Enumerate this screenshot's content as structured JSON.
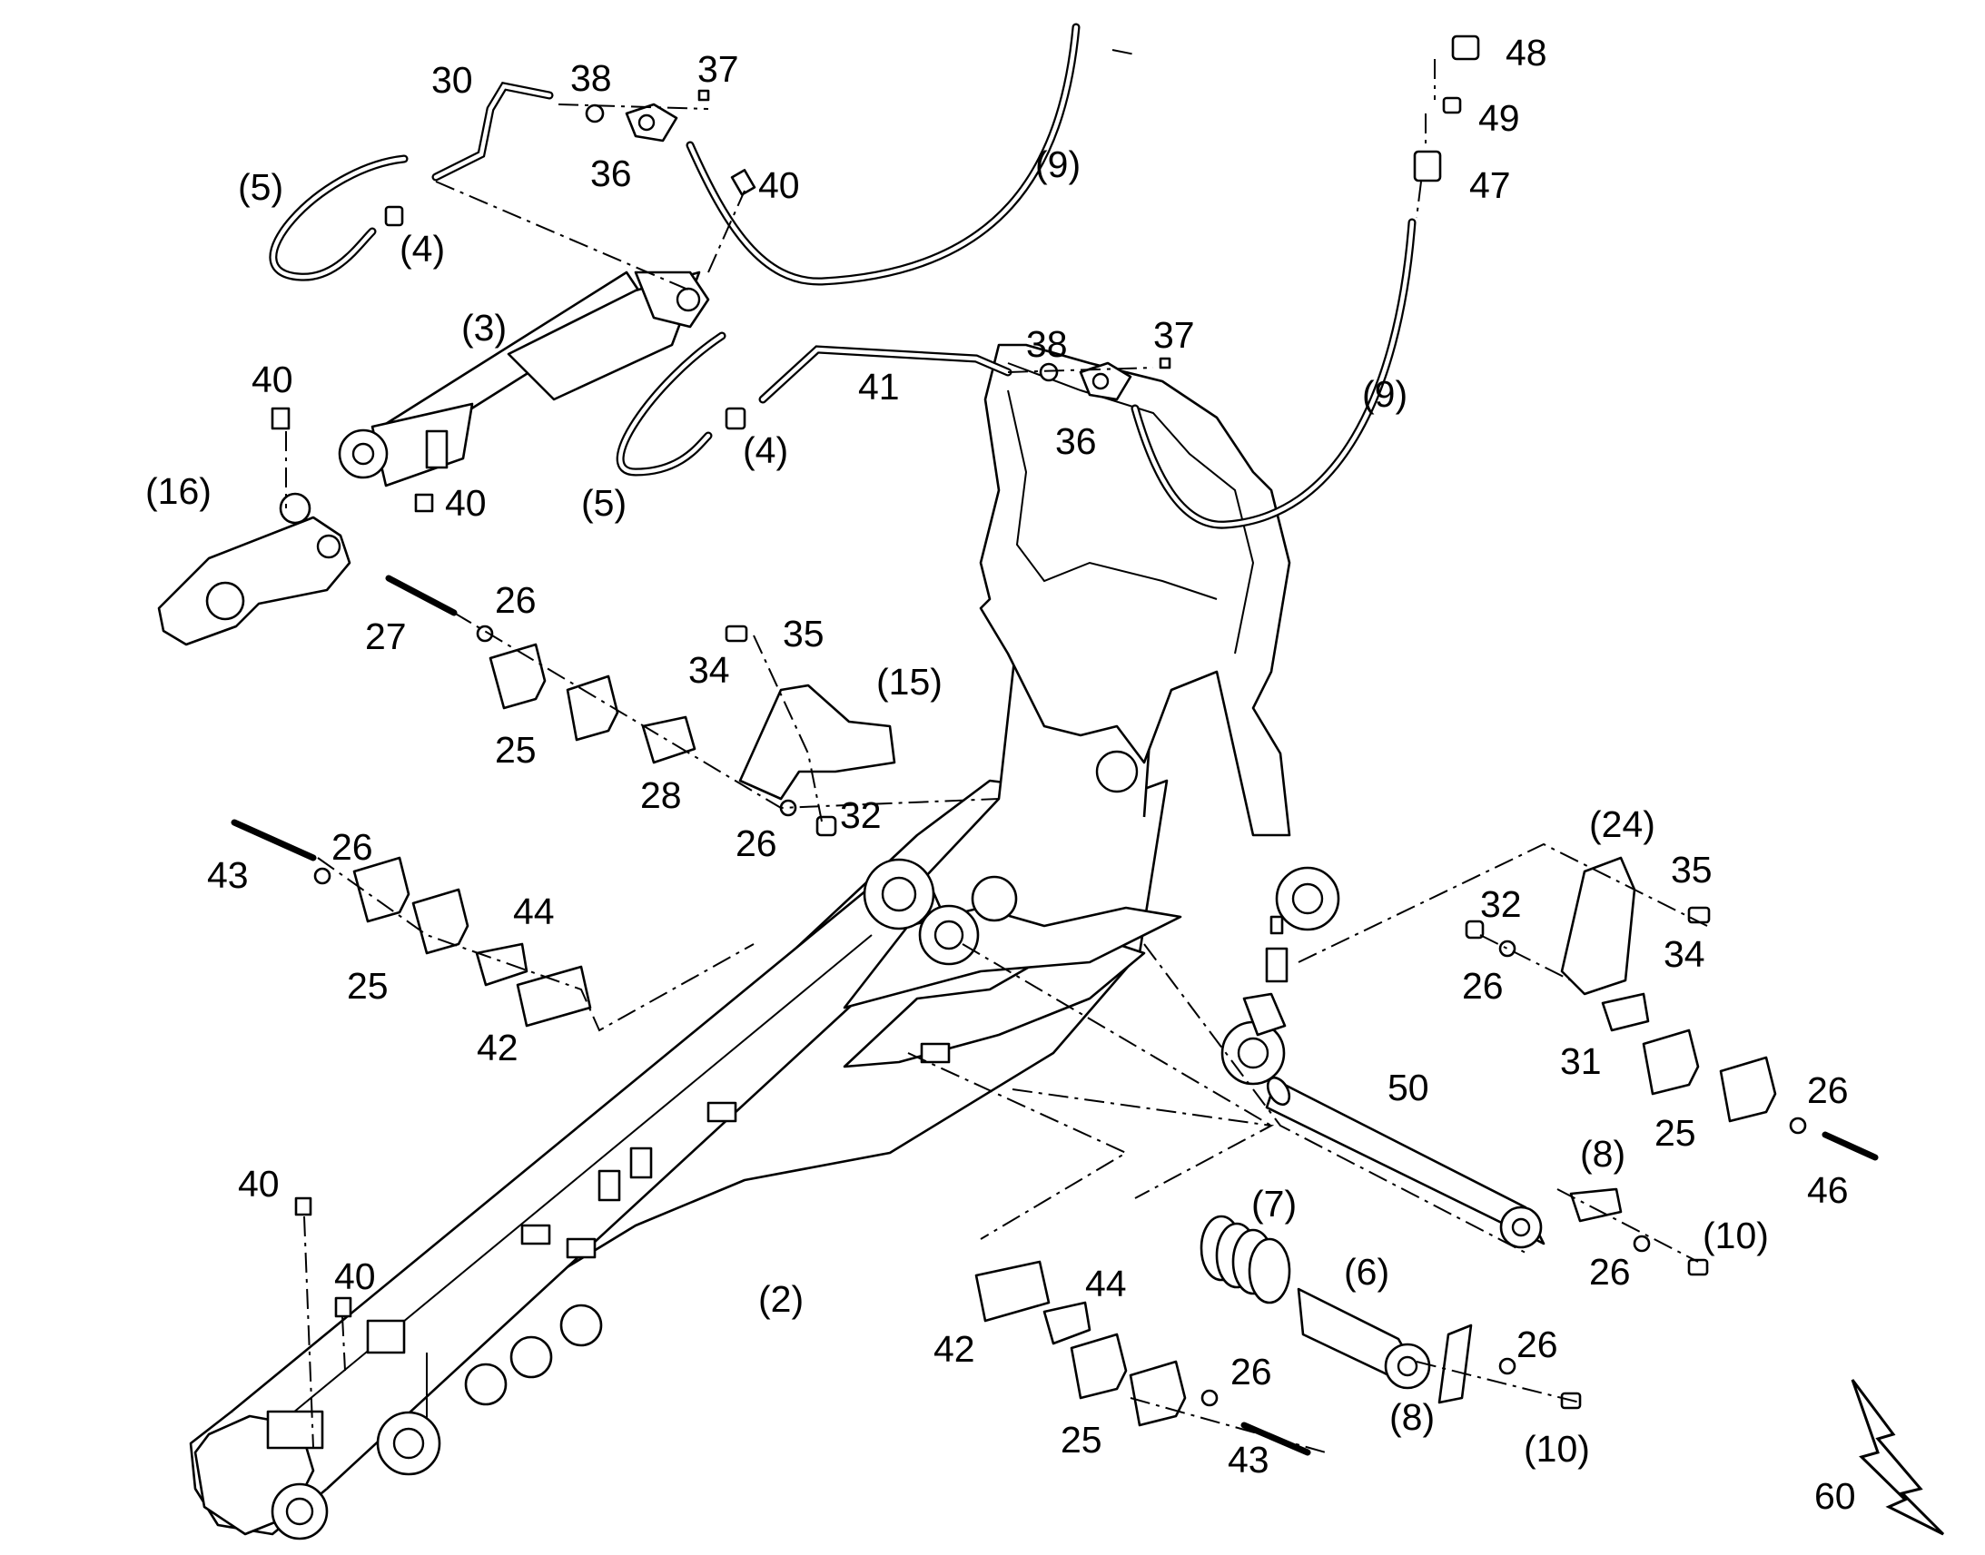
{
  "diagram": {
    "labels": {
      "l2": "(2)",
      "l3": "(3)",
      "l4a": "(4)",
      "l4b": "(4)",
      "l5a": "(5)",
      "l5b": "(5)",
      "l6": "(6)",
      "l7": "(7)",
      "l8a": "(8)",
      "l8b": "(8)",
      "l9a": "(9)",
      "l9b": "(9)",
      "l10a": "(10)",
      "l10b": "(10)",
      "l15": "(15)",
      "l16": "(16)",
      "l24": "(24)",
      "n25a": "25",
      "n25b": "25",
      "n25c": "25",
      "n25d": "25",
      "n26a": "26",
      "n26b": "26",
      "n26c": "26",
      "n26d": "26",
      "n26e": "26",
      "n26f": "26",
      "n26g": "26",
      "n27": "27",
      "n28": "28",
      "n30": "30",
      "n31": "31",
      "n32a": "32",
      "n32b": "32",
      "n34a": "34",
      "n34b": "34",
      "n35a": "35",
      "n35b": "35",
      "n36a": "36",
      "n36b": "36",
      "n37a": "37",
      "n37b": "37",
      "n38a": "38",
      "n38b": "38",
      "n40a": "40",
      "n40b": "40",
      "n40c": "40",
      "n40d": "40",
      "n40e": "40",
      "n41": "41",
      "n42a": "42",
      "n42b": "42",
      "n43a": "43",
      "n43b": "43",
      "n44a": "44",
      "n44b": "44",
      "n46": "46",
      "n47": "47",
      "n48": "48",
      "n49": "49",
      "n50": "50",
      "n60": "60"
    }
  }
}
